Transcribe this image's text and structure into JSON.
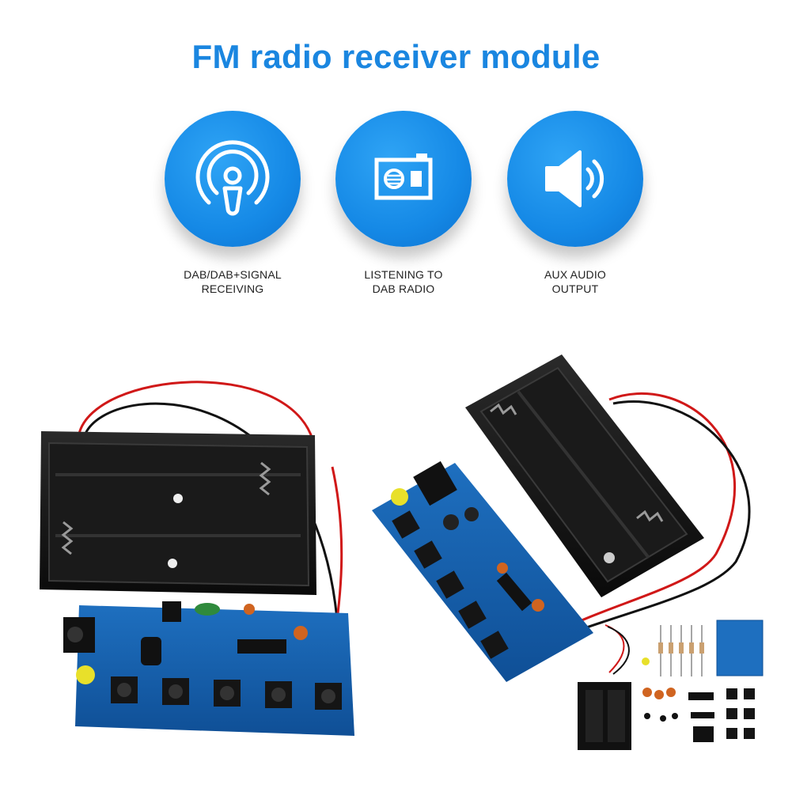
{
  "title": "FM radio receiver module",
  "colors": {
    "accent": "#1a86e0",
    "circle": "#1589e6"
  },
  "features": [
    {
      "icon": "podcast-signal-icon",
      "line1": "DAB/DAB+SIGNAL",
      "line2": "RECEIVING"
    },
    {
      "icon": "radio-icon",
      "line1": "LISTENING TO",
      "line2": "DAB RADIO"
    },
    {
      "icon": "speaker-icon",
      "line1": "AUX AUDIO",
      "line2": "OUTPUT"
    }
  ]
}
